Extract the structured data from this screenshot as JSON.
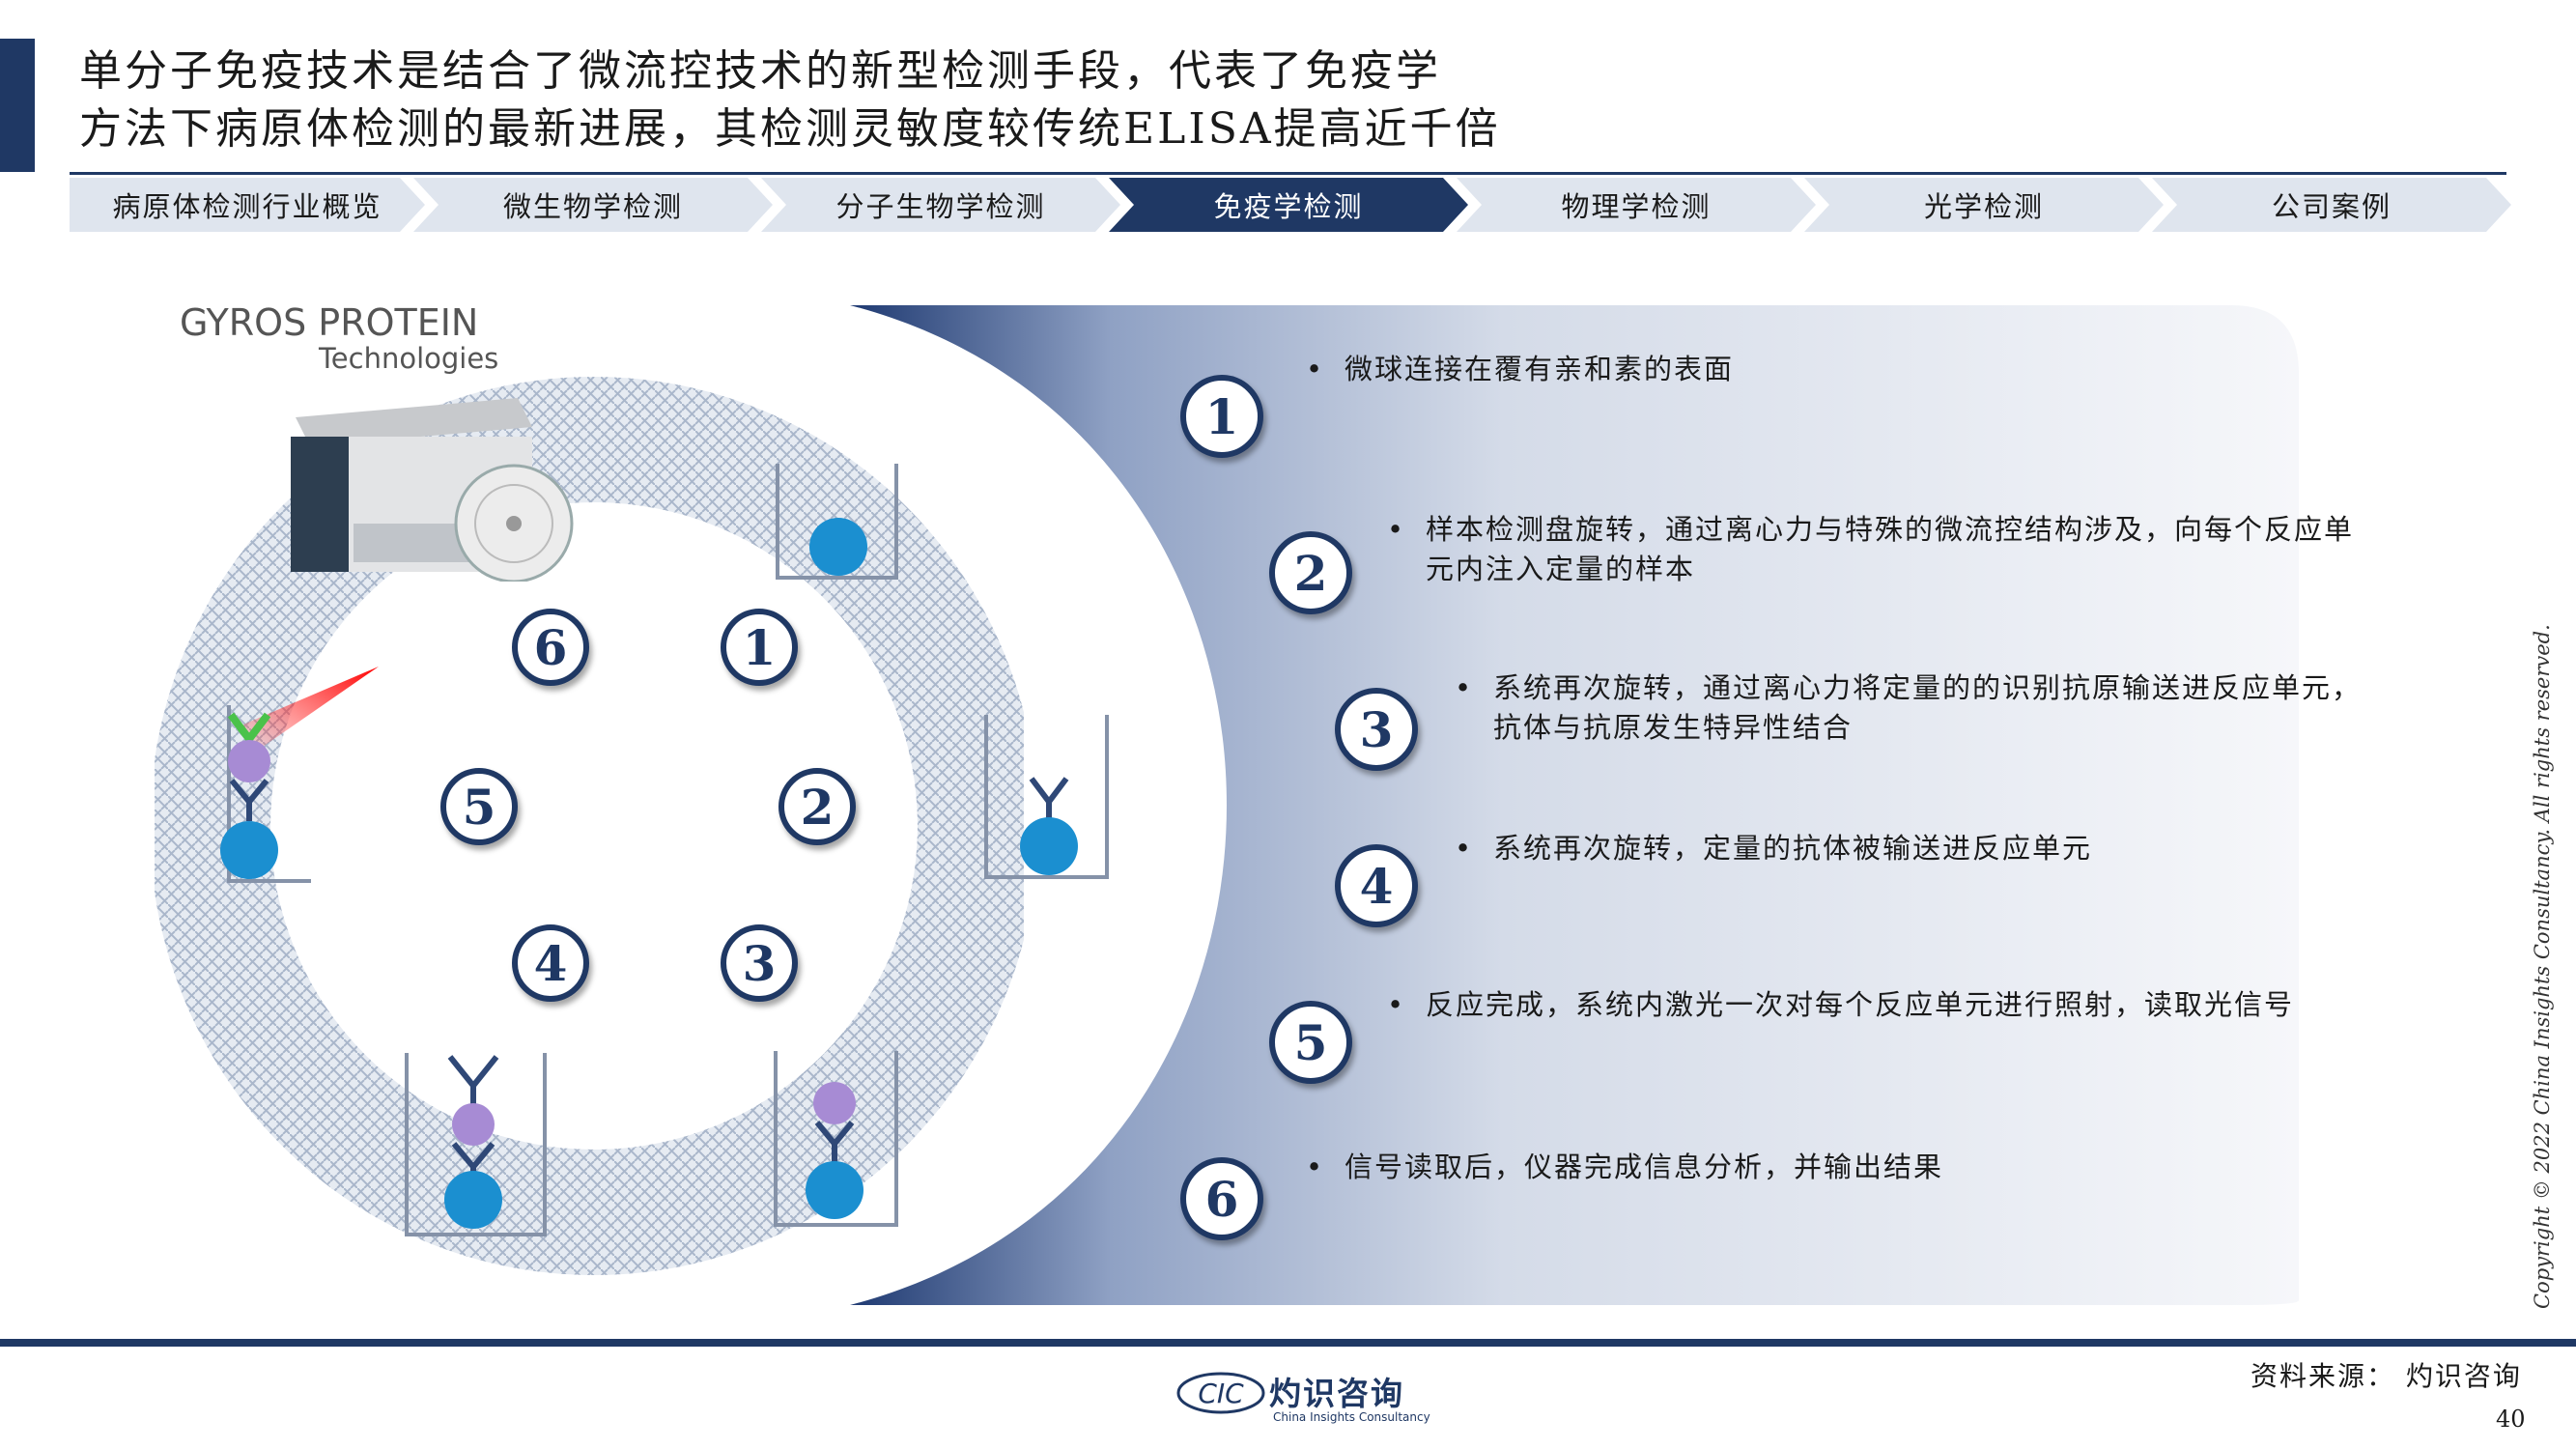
{
  "title": {
    "line1": "单分子免疫技术是结合了微流控技术的新型检测手段，代表了免疫学",
    "line2": "方法下病原体检测的最新进展，其检测灵敏度较传统ELISA提高近千倍"
  },
  "nav": {
    "items": [
      {
        "label": "病原体检测行业概览",
        "active": false
      },
      {
        "label": "微生物学检测",
        "active": false
      },
      {
        "label": "分子生物学检测",
        "active": false
      },
      {
        "label": "免疫学检测",
        "active": true
      },
      {
        "label": "物理学检测",
        "active": false
      },
      {
        "label": "光学检测",
        "active": false
      },
      {
        "label": "公司案例",
        "active": false
      }
    ]
  },
  "illustration": {
    "brand_line1": "GYROS PROTEIN",
    "brand_line2": "Technologies",
    "ring_numbers": [
      "1",
      "2",
      "3",
      "4",
      "5",
      "6"
    ]
  },
  "steps": [
    {
      "number": "1",
      "text": "微球连接在覆有亲和素的表面"
    },
    {
      "number": "2",
      "text": "样本检测盘旋转，通过离心力与特殊的微流控结构涉及，向每个反应单元内注入定量的样本"
    },
    {
      "number": "3",
      "text": "系统再次旋转，通过离心力将定量的的识别抗原输送进反应单元，抗体与抗原发生特异性结合"
    },
    {
      "number": "4",
      "text": "系统再次旋转，定量的抗体被输送进反应单元"
    },
    {
      "number": "5",
      "text": "反应完成，系统内激光一次对每个反应单元进行照射，读取光信号"
    },
    {
      "number": "6",
      "text": "信号读取后，仪器完成信息分析，并输出结果"
    }
  ],
  "footer": {
    "source": "资料来源： 灼识咨询",
    "page_number": "40",
    "copyright": "Copyright © 2022 China Insights Consultancy. All rights reserved.",
    "logo_cn": "灼识咨询",
    "logo_en": "China Insights Consultancy",
    "logo_mark": "CIC"
  },
  "colors": {
    "navy": "#1f3864",
    "chevron": "#dfe5ee",
    "bead": "#1b8fd0",
    "antigen": "#a78bd4"
  }
}
